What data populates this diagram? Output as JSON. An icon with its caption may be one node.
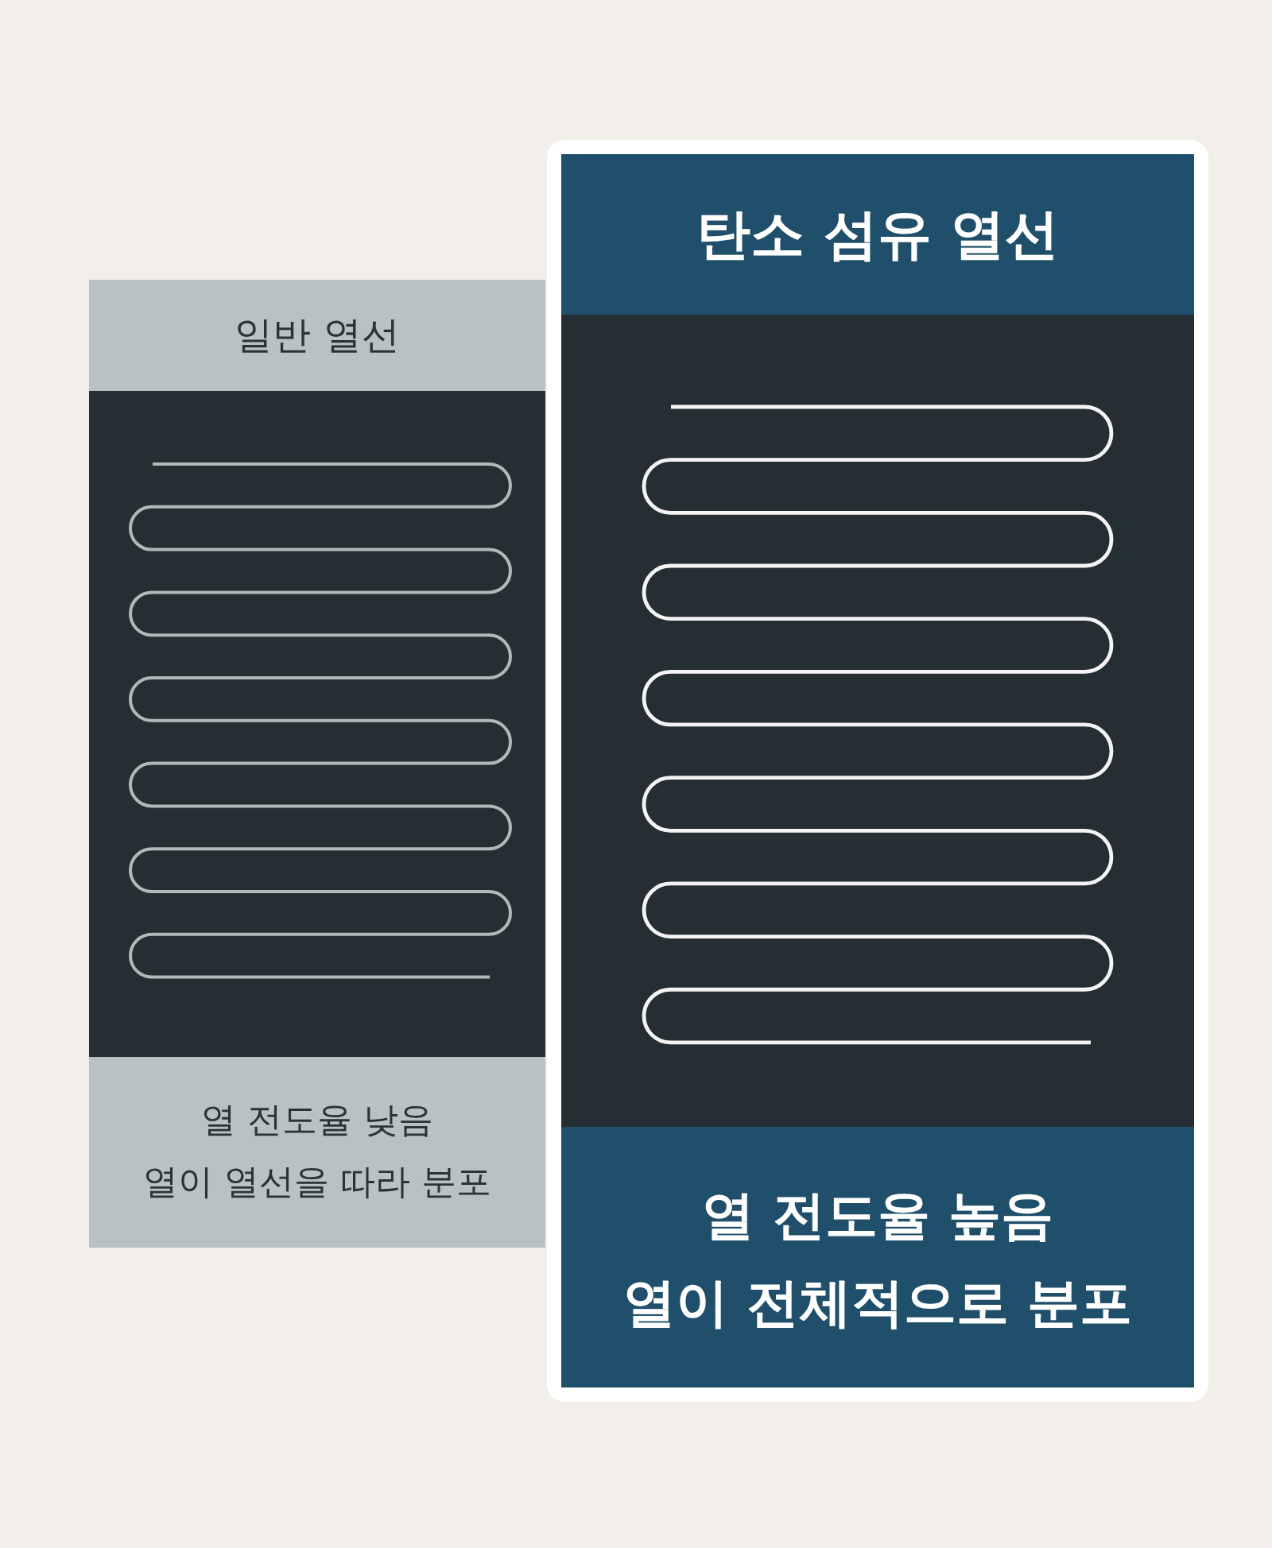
{
  "diagram": {
    "nodes": [
      {
        "text": [
          "일반 열선"
        ]
      },
      {
        "text": [
          "열 전도율 낮음",
          "열이 열선을 따라 분포"
        ]
      },
      {
        "text": [
          "탄소 섬유 열선"
        ]
      },
      {
        "text": [
          "열 전도율 높음",
          "열이 전체적으로 분포"
        ]
      }
    ]
  }
}
